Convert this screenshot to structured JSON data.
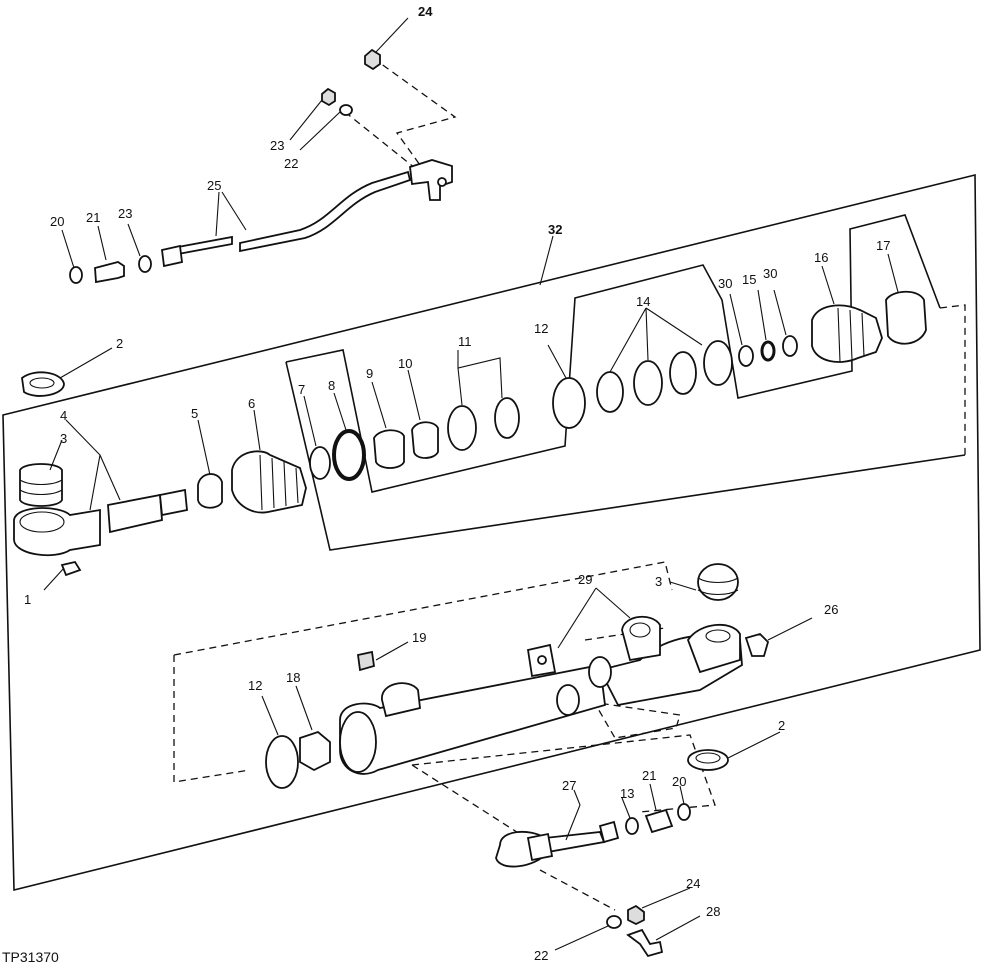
{
  "figure_code": "TP31370",
  "callouts": {
    "c1": "1",
    "c2a": "2",
    "c2b": "2",
    "c3a": "3",
    "c3b": "3",
    "c4": "4",
    "c5": "5",
    "c6": "6",
    "c7": "7",
    "c8": "8",
    "c9": "9",
    "c10": "10",
    "c11": "11",
    "c12a": "12",
    "c12b": "12",
    "c13": "13",
    "c14": "14",
    "c15": "15",
    "c16": "16",
    "c17": "17",
    "c18": "18",
    "c19": "19",
    "c20a": "20",
    "c20b": "20",
    "c21a": "21",
    "c21b": "21",
    "c22a": "22",
    "c22b": "22",
    "c23a": "23",
    "c23b": "23",
    "c24a": "24",
    "c24b": "24",
    "c25": "25",
    "c26": "26",
    "c27": "27",
    "c28": "28",
    "c29": "29",
    "c30a": "30",
    "c30b": "30",
    "c32": "32"
  }
}
